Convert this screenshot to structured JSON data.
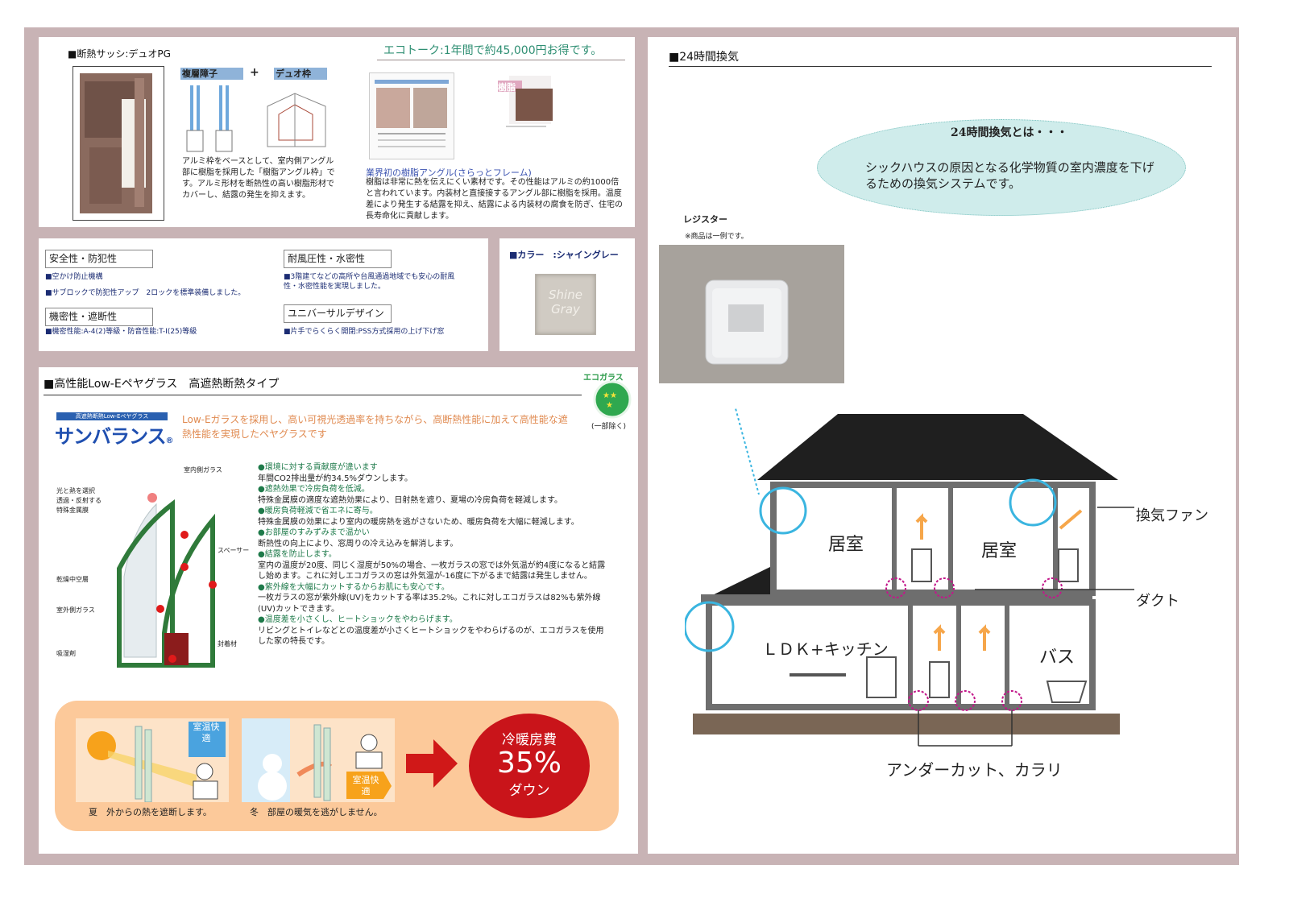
{
  "sash": {
    "title": "■断熱サッシ:デュオPG",
    "ecotalk": "エコトーク:1年間で約45,000円お得です。",
    "tag_multi": "複層障子",
    "plus": "+",
    "tag_duo": "デュオ枠",
    "desc1": "アルミ枠をベースとして、室内側アングル部に樹脂を採用した「樹脂アングル枠」です。アルミ形材を断熱性の高い樹脂形材でカバーし、結露の発生を抑えます。",
    "jushi_tag": "樹脂",
    "resin_title": "業界初の樹脂アングル(さらっとフレーム)",
    "resin_desc": "樹脂は非常に熱を伝えにくい素材です。その性能はアルミの約1000倍と言われています。内装材と直接接するアングル部に樹脂を採用。温度差により発生する結露を抑え、結露による内装材の腐食を防ぎ、住宅の長寿命化に貢献します。"
  },
  "features": {
    "safety_label": "安全性・防犯性",
    "safety_items": [
      "■空かけ防止機構",
      "■サブロックで防犯性アップ　2ロックを標準装備しました。"
    ],
    "airtight_label": "機密性・遮断性",
    "airtight_items": [
      "■機密性能:A-4(2)等級・防音性能:T-I(25)等級"
    ],
    "wind_label": "耐風圧性・水密性",
    "wind_items": [
      "■3階建てなどの高所や台風通過地域でも安心の耐風性・水密性能を実現しました。"
    ],
    "ud_label": "ユニバーサルデザイン",
    "ud_items": [
      "■片手でらくらく開閉:PSS方式採用の上げ下げ窓"
    ]
  },
  "color": {
    "title": "■カラー　:シャイングレー",
    "swatch_line1": "Shine",
    "swatch_line2": "Gray",
    "swatch_hex": "#d0cbc3"
  },
  "glass": {
    "title": "■高性能Low-Eペヤグラス　高遮熱断熱タイプ",
    "eco_badge": "エコガラス",
    "eco_note": "(一部除く)",
    "brand_small": "高遮熱断熱Low-Eペヤグラス",
    "brand": "サンバランス",
    "reg": "®",
    "intro": "Low-Eガラスを採用し、高い可視光透過率を持ちながら、高断熱性能に加えて高性能な遮熱性能を実現したペヤグラスです",
    "diagram_labels": {
      "indoor_glass": "室内側ガラス",
      "special_film": "光と熱を選択\n透過・反射する\n特殊金属膜",
      "spacer": "スペーサー",
      "dry_air": "乾燥中空層",
      "outdoor_glass": "室外側ガラス",
      "sealant": "封着材",
      "desiccant": "吸湿剤"
    },
    "points": [
      {
        "head": "●環境に対する貢献度が違います",
        "body": "年間CO2排出量が約34.5%ダウンします。"
      },
      {
        "head": "●遮熱効果で冷房負荷を低減。",
        "body": "特殊金属膜の適度な遮熱効果により、日射熱を遮り、夏場の冷房負荷を軽減します。"
      },
      {
        "head": "●暖房負荷軽減で省エネに寄与。",
        "body": "特殊金属膜の効果により室内の暖房熱を逃がさないため、暖房負荷を大幅に軽減します。"
      },
      {
        "head": "●お部屋のすみずみまで温かい",
        "body": "断熱性の向上により、窓周りの冷え込みを解消します。"
      },
      {
        "head": "●結露を防止します。",
        "body": "室内の温度が20度、同じく湿度が50%の場合、一枚ガラスの窓では外気温が約4度になると結露し始めます。これに対しエコガラスの窓は外気温が-16度に下がるまで結露は発生しません。"
      },
      {
        "head": "●紫外線を大幅にカットするからお肌にも安心です。",
        "body": "一枚ガラスの窓が紫外線(UV)をカットする率は35.2%。これに対しエコガラスは82%も紫外線(UV)カットできます。"
      },
      {
        "head": "●温度差を小さくし、ヒートショックをやわらげます。",
        "body": "リビングとトイレなどとの温度差が小さくヒートショックをやわらげるのが、エコガラスを使用した家の特長です。"
      }
    ],
    "summer_badge": "室温快適",
    "winter_badge": "室温快適",
    "summer_caption": "夏　外からの熱を遮断します。",
    "winter_caption": "冬　部屋の暖気を逃がしません。",
    "circle_line1": "冷暖房費",
    "circle_big": "35%",
    "circle_line3": "ダウン"
  },
  "vent": {
    "title": "■24時間換気",
    "bubble_title": "24時間換気とは・・・",
    "bubble_body": "シックハウスの原因となる化学物質の室内濃度を下げるための換気システムです。",
    "register_label": "レジスター",
    "register_note": "※商品は一例です。",
    "room1": "居室",
    "room2": "居室",
    "ldk": "ＬＤＫ+キッチン",
    "bath": "バス",
    "fan_label": "換気ファン",
    "duct_label": "ダクト",
    "undercut_label": "アンダーカット、カラリ"
  }
}
